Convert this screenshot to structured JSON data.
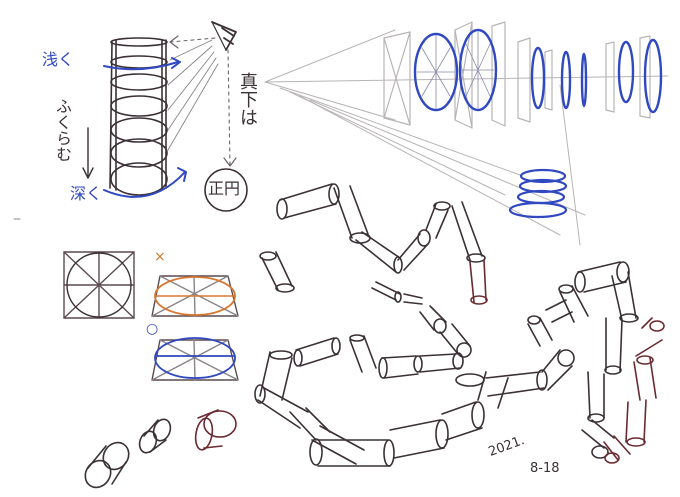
{
  "annotations": {
    "shallow": "浅く",
    "gradually": "ふくらむ",
    "deep": "深く",
    "directly_below": "真下は",
    "perfect_circle": "正円",
    "wrong_mark": "×",
    "correct_mark": "○",
    "date_year": "2021.",
    "date_day": "8-18"
  },
  "colors": {
    "pencil": "#3a3036",
    "pencil_light": "#8a8488",
    "grey_guide": "#b8b4b6",
    "blue": "#3048c0",
    "orange": "#d87830",
    "maroon": "#6a2a30"
  }
}
